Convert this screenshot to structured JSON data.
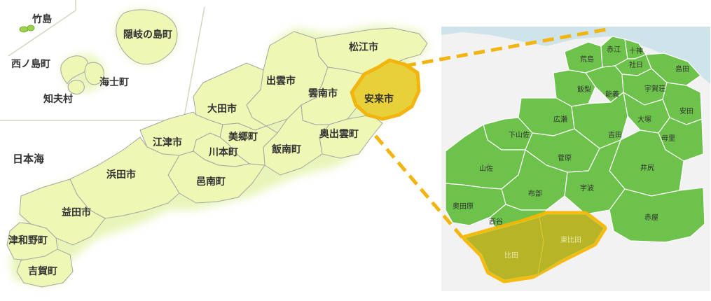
{
  "left_map": {
    "sea_label": "日本海",
    "fill_color": "#eef7b3",
    "land_edge_color": "#a6a6a6",
    "highlight_fill": "#e8d03a",
    "highlight_outline": "#f2b40f",
    "islands": [
      {
        "label": "竹島"
      },
      {
        "label": "隠岐の島町"
      },
      {
        "label": "西ノ島町"
      },
      {
        "label": "海士町"
      },
      {
        "label": "知夫村"
      }
    ],
    "municipalities": [
      {
        "label": "松江市"
      },
      {
        "label": "出雲市"
      },
      {
        "label": "雲南市"
      },
      {
        "label": "安来市",
        "highlighted": true
      },
      {
        "label": "大田市"
      },
      {
        "label": "奥出雲町"
      },
      {
        "label": "美郷町"
      },
      {
        "label": "江津市"
      },
      {
        "label": "川本町"
      },
      {
        "label": "飯南町"
      },
      {
        "label": "浜田市"
      },
      {
        "label": "邑南町"
      },
      {
        "label": "益田市"
      },
      {
        "label": "津和野町"
      },
      {
        "label": "吉賀町"
      }
    ]
  },
  "right_map": {
    "land_color": "#6cc24a",
    "water_color": "#cfe3ea",
    "highlight_fill": "#b7b428",
    "highlight_outline": "#f7b500",
    "districts": [
      {
        "label": "荒島"
      },
      {
        "label": "赤江"
      },
      {
        "label": "十神"
      },
      {
        "label": "社日"
      },
      {
        "label": "島田"
      },
      {
        "label": "飯梨"
      },
      {
        "label": "能義"
      },
      {
        "label": "宇賀荘"
      },
      {
        "label": "安田"
      },
      {
        "label": "広瀬"
      },
      {
        "label": "大塚"
      },
      {
        "label": "吉田"
      },
      {
        "label": "母里"
      },
      {
        "label": "下山佐"
      },
      {
        "label": "菅原"
      },
      {
        "label": "井尻"
      },
      {
        "label": "山佐"
      },
      {
        "label": "布部"
      },
      {
        "label": "宇波"
      },
      {
        "label": "奥田原"
      },
      {
        "label": "赤屋"
      },
      {
        "label": "西谷"
      },
      {
        "label": "比田",
        "highlighted": true
      },
      {
        "label": "東比田",
        "highlighted": true
      }
    ]
  },
  "connector_color": "#f2b40f"
}
